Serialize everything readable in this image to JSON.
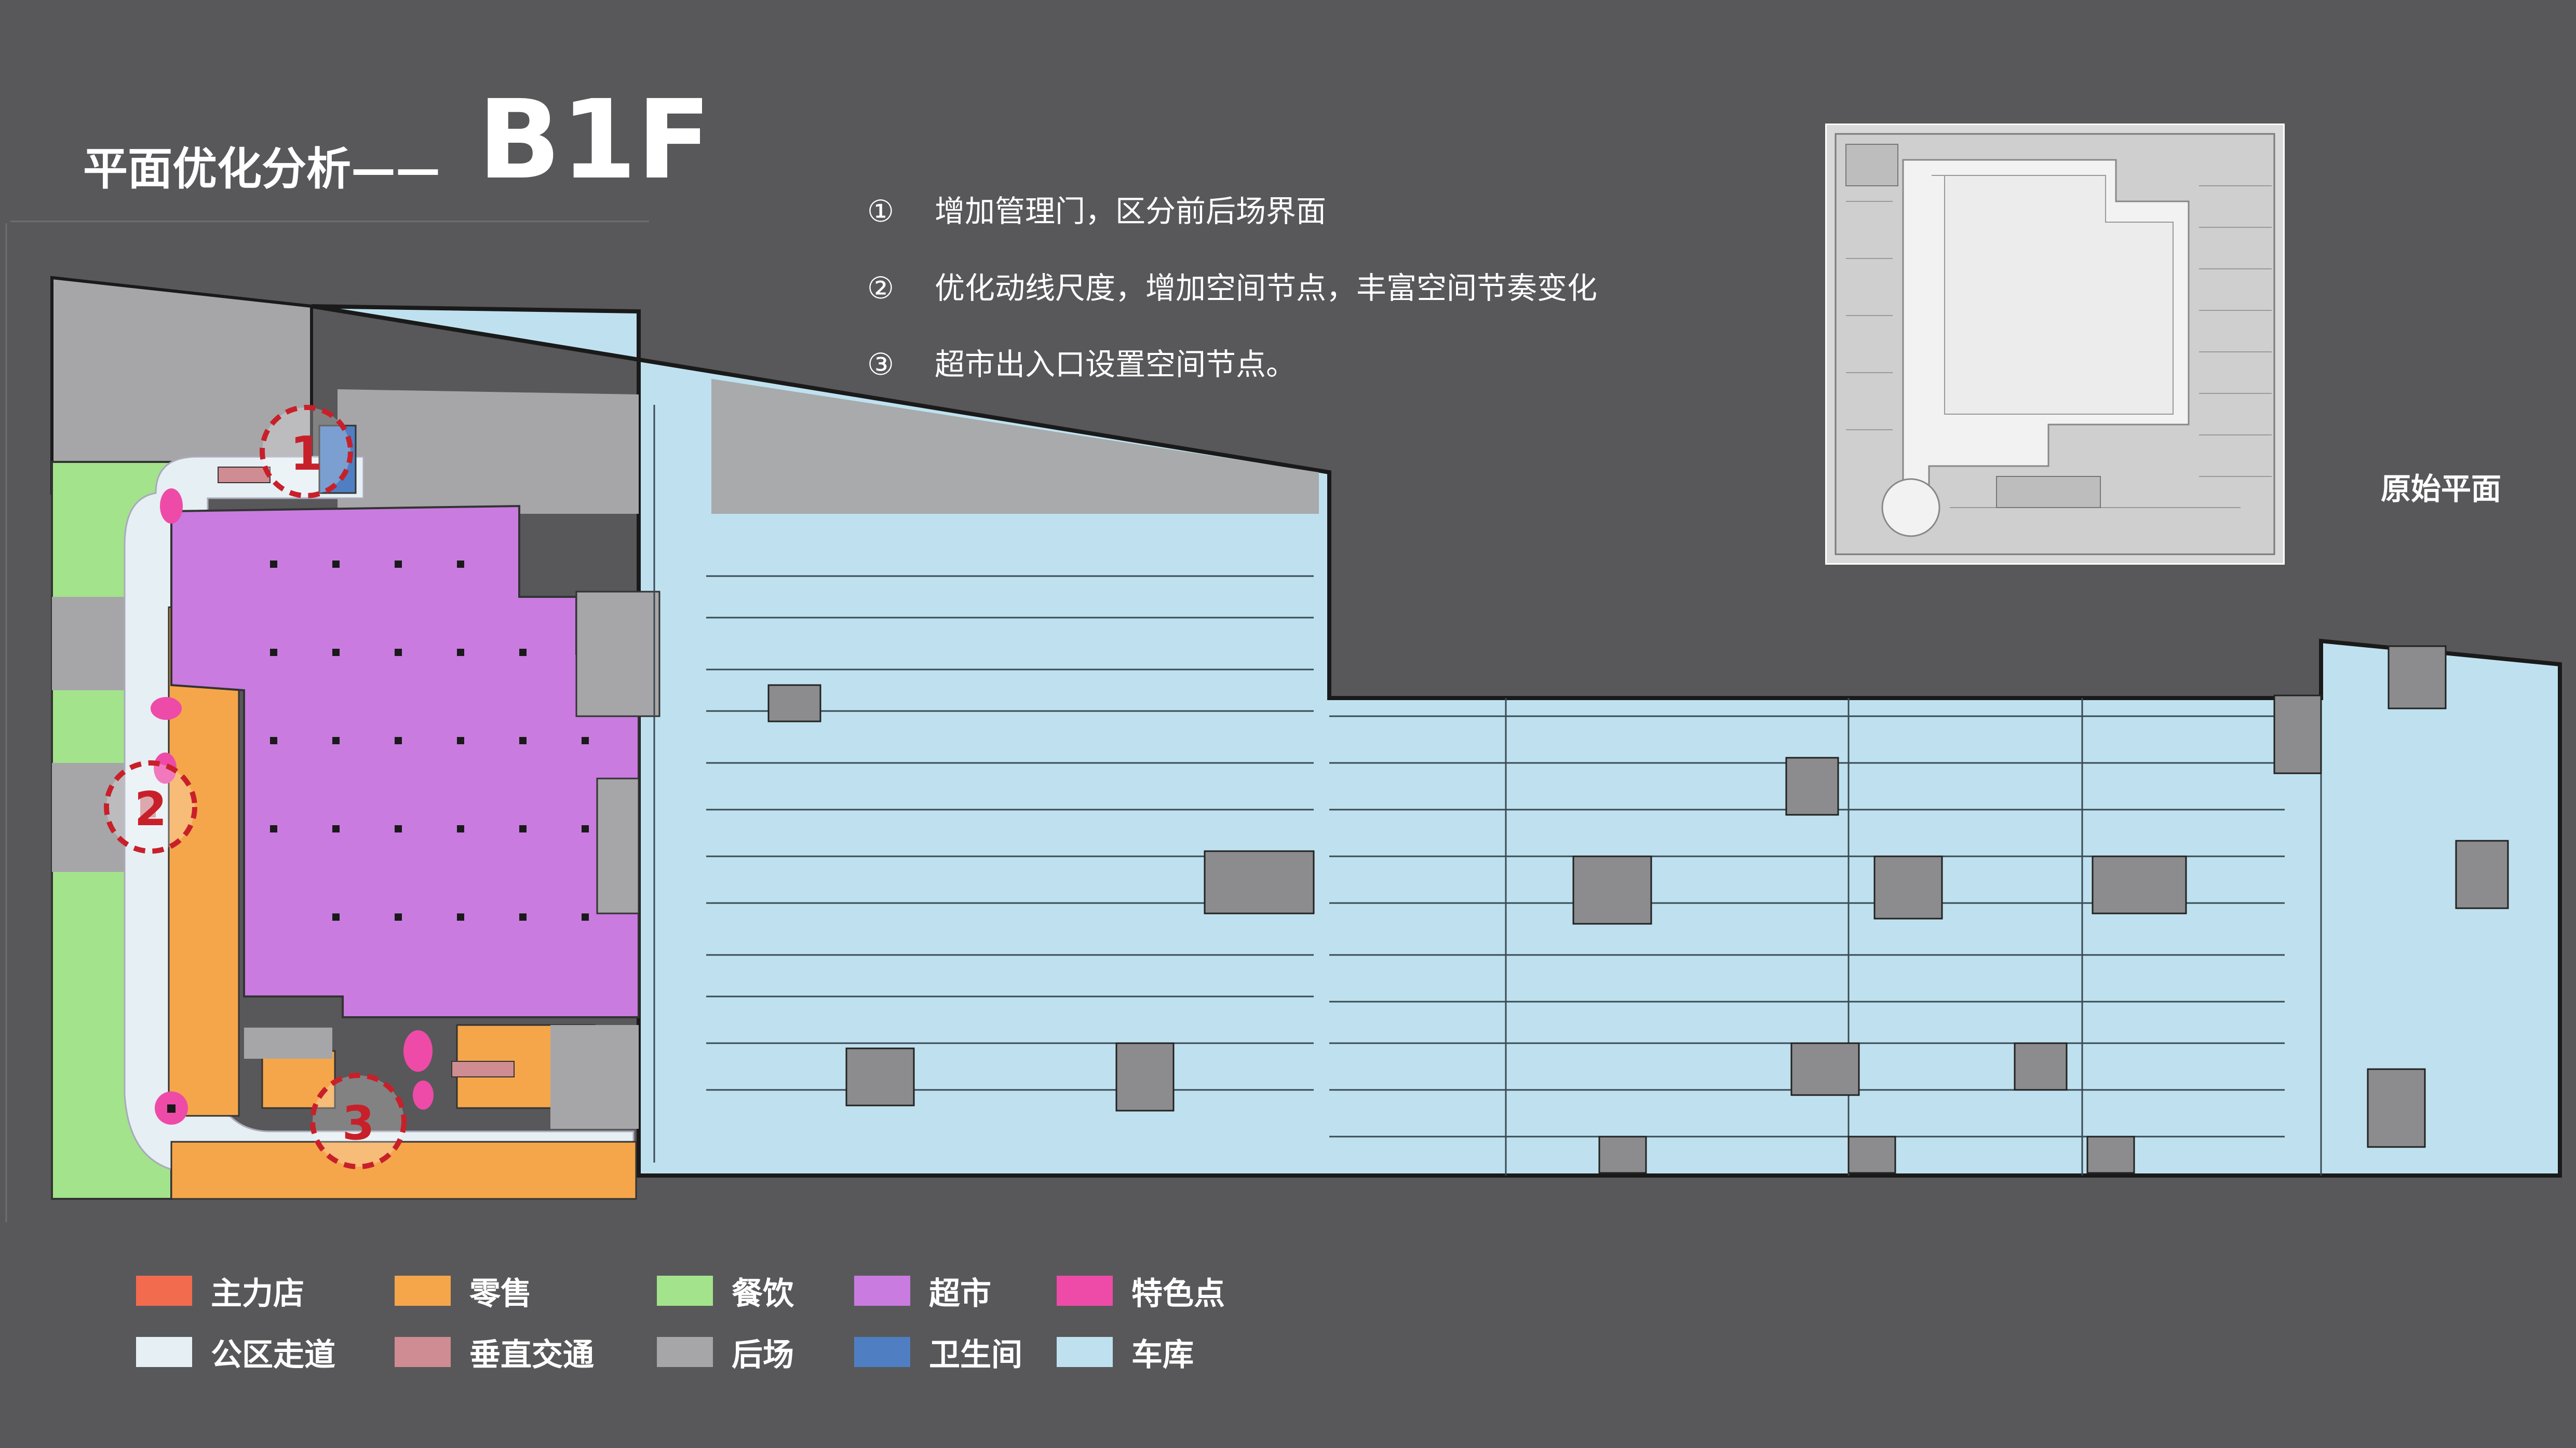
{
  "title": {
    "text": "平面优化分析——",
    "floor": "B1F"
  },
  "notes": [
    {
      "num": "①",
      "text": "增加管理门，区分前后场界面"
    },
    {
      "num": "②",
      "text": "优化动线尺度，增加空间节点，丰富空间节奏变化"
    },
    {
      "num": "③",
      "text": "超市出入口设置空间节点。"
    }
  ],
  "original_plan": {
    "caption": "原始平面"
  },
  "markers": [
    "1",
    "2",
    "3"
  ],
  "legend": [
    {
      "label": "主力店",
      "color": "#f26b4f"
    },
    {
      "label": "零售",
      "color": "#f5a64a"
    },
    {
      "label": "餐饮",
      "color": "#a3e38c"
    },
    {
      "label": "超市",
      "color": "#c97be0"
    },
    {
      "label": "特色点",
      "color": "#ee4ba8"
    },
    {
      "label": "公区走道",
      "color": "#e6eff3"
    },
    {
      "label": "垂直交通",
      "color": "#cf8c92"
    },
    {
      "label": "后场",
      "color": "#a6a6a8"
    },
    {
      "label": "卫生间",
      "color": "#4f7fc2"
    },
    {
      "label": "车库",
      "color": "#bfe1ef"
    }
  ],
  "colors": {
    "background": "#58585a",
    "marker": "#c8202a",
    "outline": "#1a1a1a"
  }
}
